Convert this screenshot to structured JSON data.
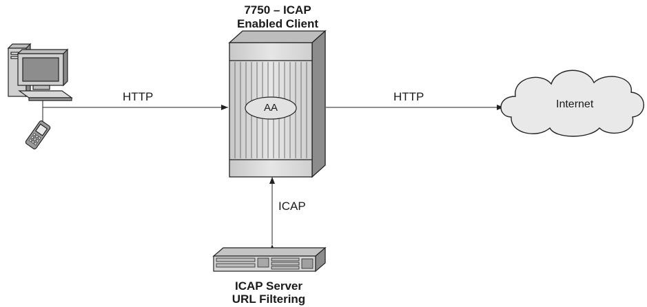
{
  "router": {
    "title_line1": "7750 – ICAP",
    "title_line2": "Enabled Client",
    "module_label": "AA"
  },
  "connections": {
    "client_to_router": "HTTP",
    "router_to_internet": "HTTP",
    "router_to_server": "ICAP"
  },
  "internet": {
    "label": "Internet"
  },
  "icap_server": {
    "title_line1": "ICAP Server",
    "title_line2": "URL Filtering"
  },
  "icons": [
    "desktop-computer-icon",
    "mobile-phone-icon",
    "router-chassis-icon",
    "cloud-icon",
    "rack-server-icon"
  ]
}
